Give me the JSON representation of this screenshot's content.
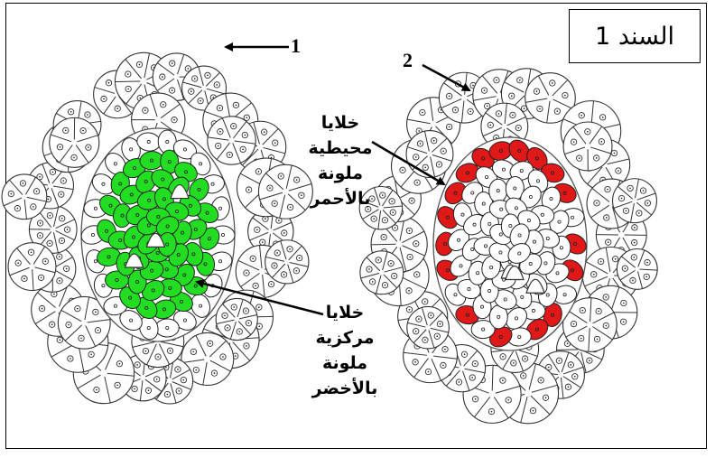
{
  "document_label": "السند 1",
  "labels": {
    "num1": "1",
    "num2": "2",
    "peripheral": [
      "خلايا",
      "محيطية",
      "ملونة",
      "بالأحمر"
    ],
    "central": [
      "خلايا",
      "مركزية",
      "ملونة",
      "بالأخضر"
    ]
  },
  "colors": {
    "green": "#22dd22",
    "red": "#e01818",
    "outline": "#000000"
  }
}
